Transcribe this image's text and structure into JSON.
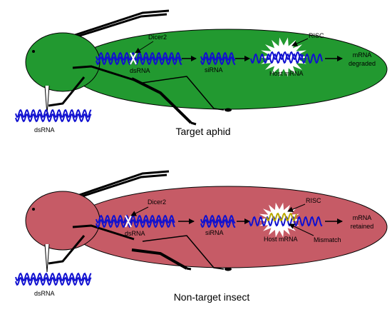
{
  "panels": [
    {
      "id": "target",
      "caption": "Target aphid",
      "body_color": "#229930",
      "head_color": "#229930",
      "dicer": "Dicer2",
      "dsrna": "dsRNA",
      "sirna": "siRNA",
      "host": "Host mRNA",
      "risc": "RISC",
      "outcome_line1": "mRNA",
      "outcome_line2": "degraded",
      "outside_dsrna": "dsRNA",
      "mismatch": ""
    },
    {
      "id": "nontarget",
      "caption": "Non-target insect",
      "body_color": "#c65b66",
      "head_color": "#c65b66",
      "dicer": "Dicer2",
      "dsrna": "dsRNA",
      "sirna": "siRNA",
      "host": "Host mRNA",
      "risc": "RISC",
      "outcome_line1": "mRNA",
      "outcome_line2": "retained",
      "outside_dsrna": "dsRNA",
      "mismatch": "Mismatch"
    }
  ],
  "colors": {
    "rna_wave": "#1010d0",
    "outline": "#000000",
    "burst": "#ffffff",
    "mismatch_wave": "#b8a800"
  }
}
